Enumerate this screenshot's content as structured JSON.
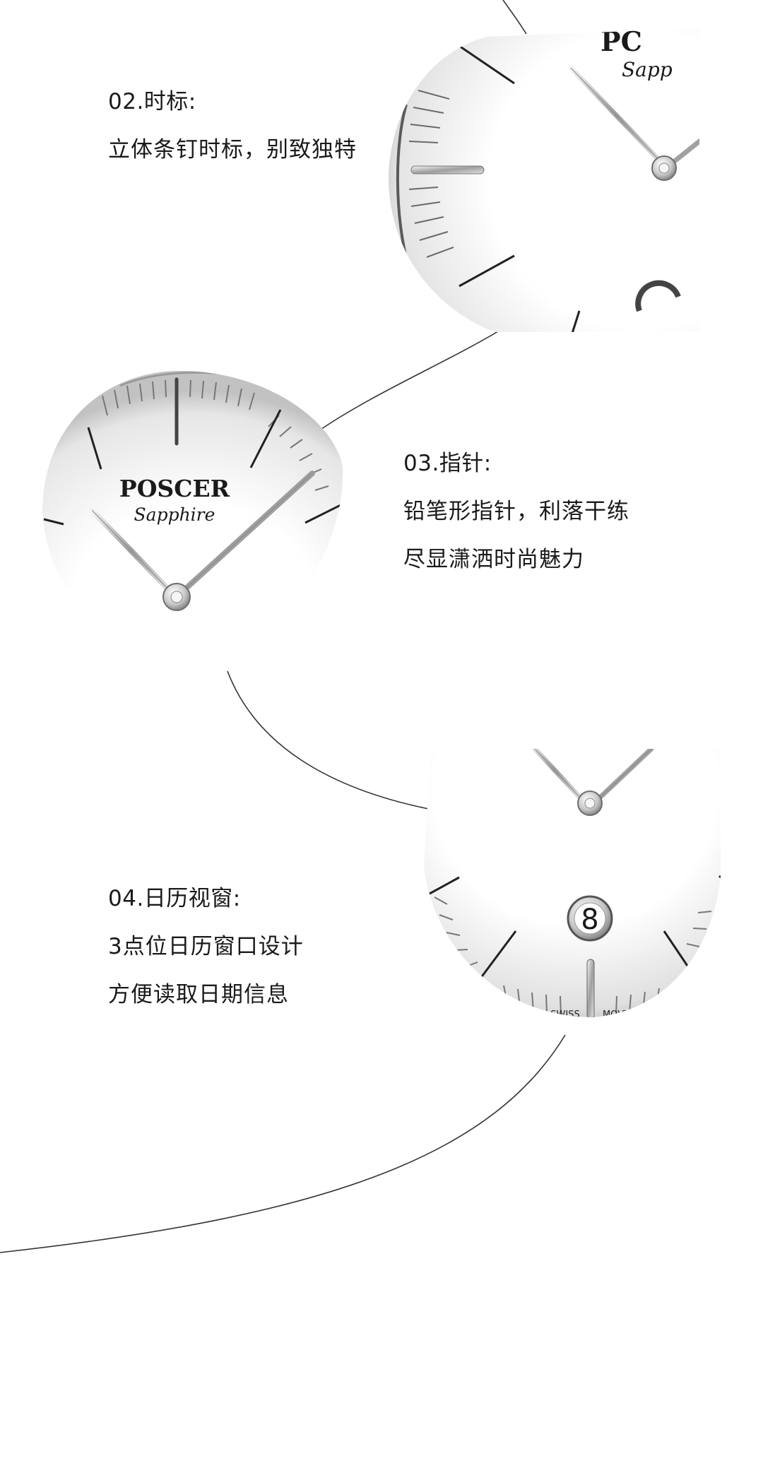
{
  "features": [
    {
      "heading": "02.时标:",
      "lines": [
        "立体条钉时标，别致独特"
      ]
    },
    {
      "heading": "03.指针:",
      "lines": [
        "铅笔形指针，利落干练",
        "尽显潇洒时尚魅力"
      ]
    },
    {
      "heading": "04.日历视窗:",
      "lines": [
        "3点位日历窗口设计",
        "方便读取日期信息"
      ]
    }
  ],
  "dial_top": {
    "brand_partial": "PC",
    "model_partial": "Sapp"
  },
  "dial_middle": {
    "brand": "POSCER",
    "model": "Sapphire"
  },
  "dial_bottom": {
    "date": "8",
    "swiss": "SWISS",
    "movt": "MOVT"
  },
  "colors": {
    "text": "#1a1a1a",
    "line": "#333333",
    "dial_shadow": "#9a9a9a"
  },
  "icons": [
    "watch-dial-closeup"
  ]
}
